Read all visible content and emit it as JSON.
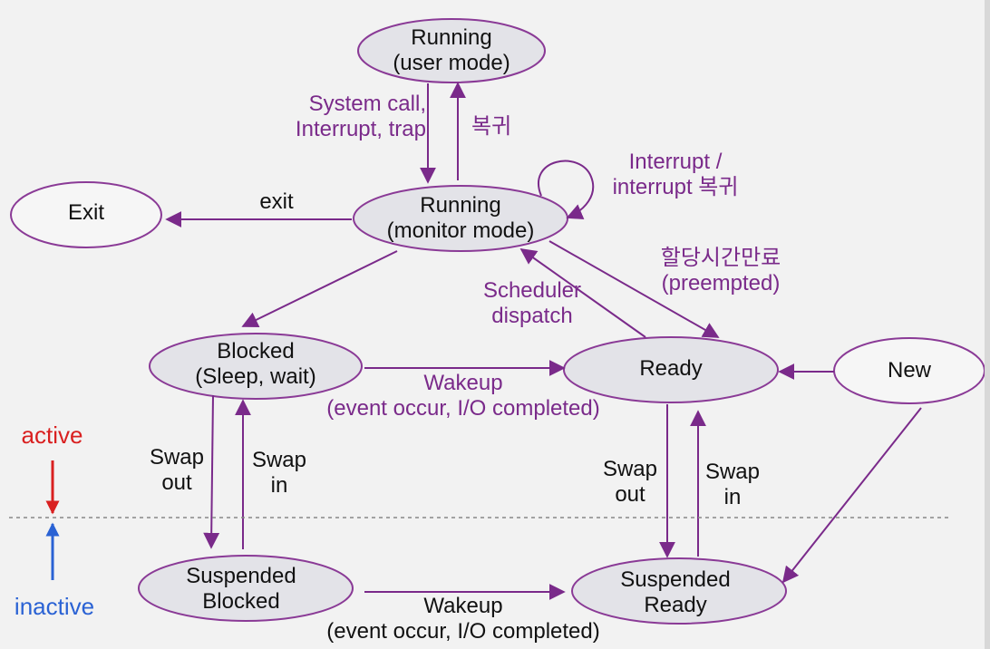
{
  "states": {
    "running_user": "Running\n(user mode)",
    "running_monitor": "Running\n(monitor mode)",
    "exit": "Exit",
    "blocked": "Blocked\n(Sleep, wait)",
    "ready": "Ready",
    "new": "New",
    "suspended_blocked": "Suspended\nBlocked",
    "suspended_ready": "Suspended\nReady"
  },
  "transitions": {
    "syscall": "System call,\nInterrupt, trap",
    "return": "복귀",
    "interrupt_loop": "Interrupt /\ninterrupt 복귀",
    "exit": "exit",
    "timeout": "할당시간만료\n(preempted)",
    "dispatch": "Scheduler\ndispatch",
    "wakeup_top": "Wakeup\n(event occur, I/O completed)",
    "swap_out_blocked": "Swap\nout",
    "swap_in_blocked": "Swap\nin",
    "swap_out_ready": "Swap\nout",
    "swap_in_ready": "Swap\nin",
    "wakeup_bottom": "Wakeup\n(event occur, I/O completed)"
  },
  "divider": {
    "active": "active",
    "inactive": "inactive"
  },
  "colors": {
    "edge": "#7a2a8a",
    "node_fill": "#e3e3e8",
    "node_stroke": "#8a3a96",
    "active": "#d92020",
    "inactive": "#2a62d4"
  }
}
